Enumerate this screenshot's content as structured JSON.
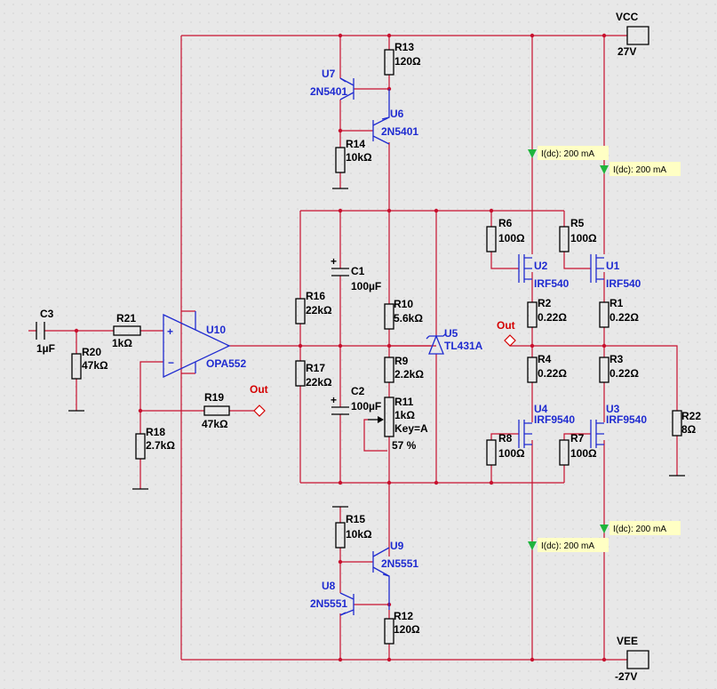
{
  "supplies": {
    "vcc": {
      "name": "VCC",
      "value": "27V"
    },
    "vee": {
      "name": "VEE",
      "value": "-27V"
    }
  },
  "resistors": {
    "r1": {
      "ref": "R1",
      "value": "0.22Ω"
    },
    "r2": {
      "ref": "R2",
      "value": "0.22Ω"
    },
    "r3": {
      "ref": "R3",
      "value": "0.22Ω"
    },
    "r4": {
      "ref": "R4",
      "value": "0.22Ω"
    },
    "r5": {
      "ref": "R5",
      "value": "100Ω"
    },
    "r6": {
      "ref": "R6",
      "value": "100Ω"
    },
    "r7": {
      "ref": "R7",
      "value": "100Ω"
    },
    "r8": {
      "ref": "R8",
      "value": "100Ω"
    },
    "r9": {
      "ref": "R9",
      "value": "2.2kΩ"
    },
    "r10": {
      "ref": "R10",
      "value": "5.6kΩ"
    },
    "r12": {
      "ref": "R12",
      "value": "120Ω"
    },
    "r13": {
      "ref": "R13",
      "value": "120Ω"
    },
    "r14": {
      "ref": "R14",
      "value": "10kΩ"
    },
    "r15": {
      "ref": "R15",
      "value": "10kΩ"
    },
    "r16": {
      "ref": "R16",
      "value": "22kΩ"
    },
    "r17": {
      "ref": "R17",
      "value": "22kΩ"
    },
    "r18": {
      "ref": "R18",
      "value": "2.7kΩ"
    },
    "r19": {
      "ref": "R19",
      "value": "47kΩ"
    },
    "r20": {
      "ref": "R20",
      "value": "47kΩ"
    },
    "r21": {
      "ref": "R21",
      "value": "1kΩ"
    },
    "r22": {
      "ref": "R22",
      "value": "8Ω"
    }
  },
  "potentiometer": {
    "ref": "R11",
    "value": "1kΩ",
    "key": "Key=A",
    "setting": "57 %"
  },
  "capacitors": {
    "c1": {
      "ref": "C1",
      "value": "100µF"
    },
    "c2": {
      "ref": "C2",
      "value": "100µF"
    },
    "c3": {
      "ref": "C3",
      "value": "1µF"
    }
  },
  "semiconductors": {
    "u1": {
      "ref": "U1",
      "part": "IRF540"
    },
    "u2": {
      "ref": "U2",
      "part": "IRF540"
    },
    "u3": {
      "ref": "U3",
      "part": "IRF9540"
    },
    "u4": {
      "ref": "U4",
      "part": "IRF9540"
    },
    "u5": {
      "ref": "U5",
      "part": "TL431A"
    },
    "u6": {
      "ref": "U6",
      "part": "2N5401"
    },
    "u7": {
      "ref": "U7",
      "part": "2N5401"
    },
    "u8": {
      "ref": "U8",
      "part": "2N5551"
    },
    "u9": {
      "ref": "U9",
      "part": "2N5551"
    },
    "u10": {
      "ref": "U10",
      "part": "OPA552"
    }
  },
  "net_labels": {
    "out": "Out"
  },
  "probes": {
    "p1": "I(dc): 200 mA",
    "p2": "I(dc): 200 mA",
    "p3": "I(dc): 200 mA",
    "p4": "I(dc): 200 mA"
  },
  "opamp_pins": {
    "plus": "+",
    "minus": "−"
  },
  "polarity_mark": "+"
}
